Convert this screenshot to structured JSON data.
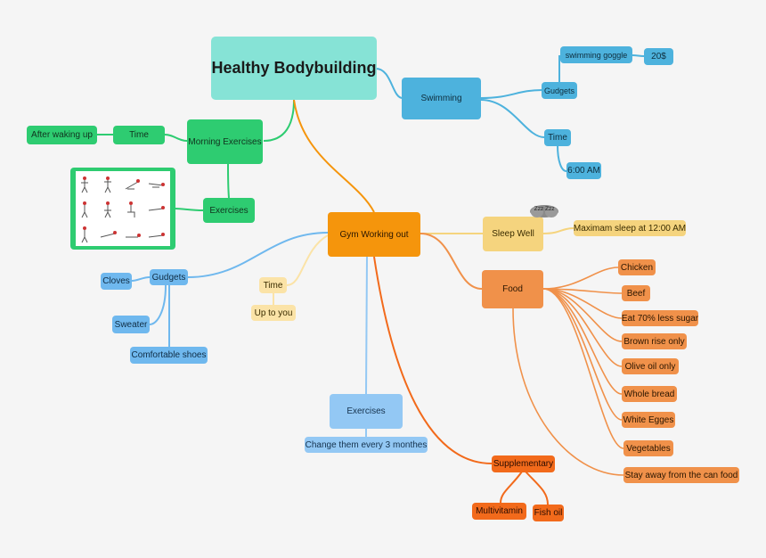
{
  "diagram": {
    "root": "Healthy Bodybuilding",
    "hub": "Gym Working out",
    "swimming": {
      "label": "Swimming",
      "gudgets": "Gudgets",
      "goggle": "swimming goggle",
      "price": "20$",
      "time": "Time",
      "time_value": "6:00 AM"
    },
    "morning": {
      "label": "Morning Exercises",
      "time": "Time",
      "after": "After waking up",
      "exercises": "Exercises"
    },
    "gym_gudgets": {
      "label": "Gudgets",
      "cloves": "Cloves",
      "sweater": "Sweater",
      "shoes": "Comfortable shoes"
    },
    "gym_time": {
      "label": "Time",
      "value": "Up to you"
    },
    "gym_exercises": {
      "label": "Exercises",
      "note": "Change them every 3 monthes"
    },
    "sleep": {
      "label": "Sleep Well",
      "note": "Maximam sleep at 12:00 AM",
      "cloud": "Zzz Zzz"
    },
    "food": {
      "label": "Food",
      "items": [
        "Chicken",
        "Beef",
        "Eat 70% less sugar",
        "Brown rise only",
        "Olive oil only",
        "Whole bread",
        "White Egges",
        "Vegetables",
        "Stay away from the can food"
      ]
    },
    "supplementary": {
      "label": "Supplementary",
      "items": [
        "Multivitamin",
        "Fish oil"
      ]
    }
  },
  "colors": {
    "root": "#86e3d6",
    "green": "#2ecc71",
    "blue_dark": "#4db2dd",
    "blue_light": "#6fb8ee",
    "blue_pale": "#93c8f4",
    "orange": "#f5950c",
    "food": "#f0914a",
    "yellow": "#f5d47e",
    "pale_yellow": "#fbe3a7",
    "red_orange": "#f26a1b"
  }
}
